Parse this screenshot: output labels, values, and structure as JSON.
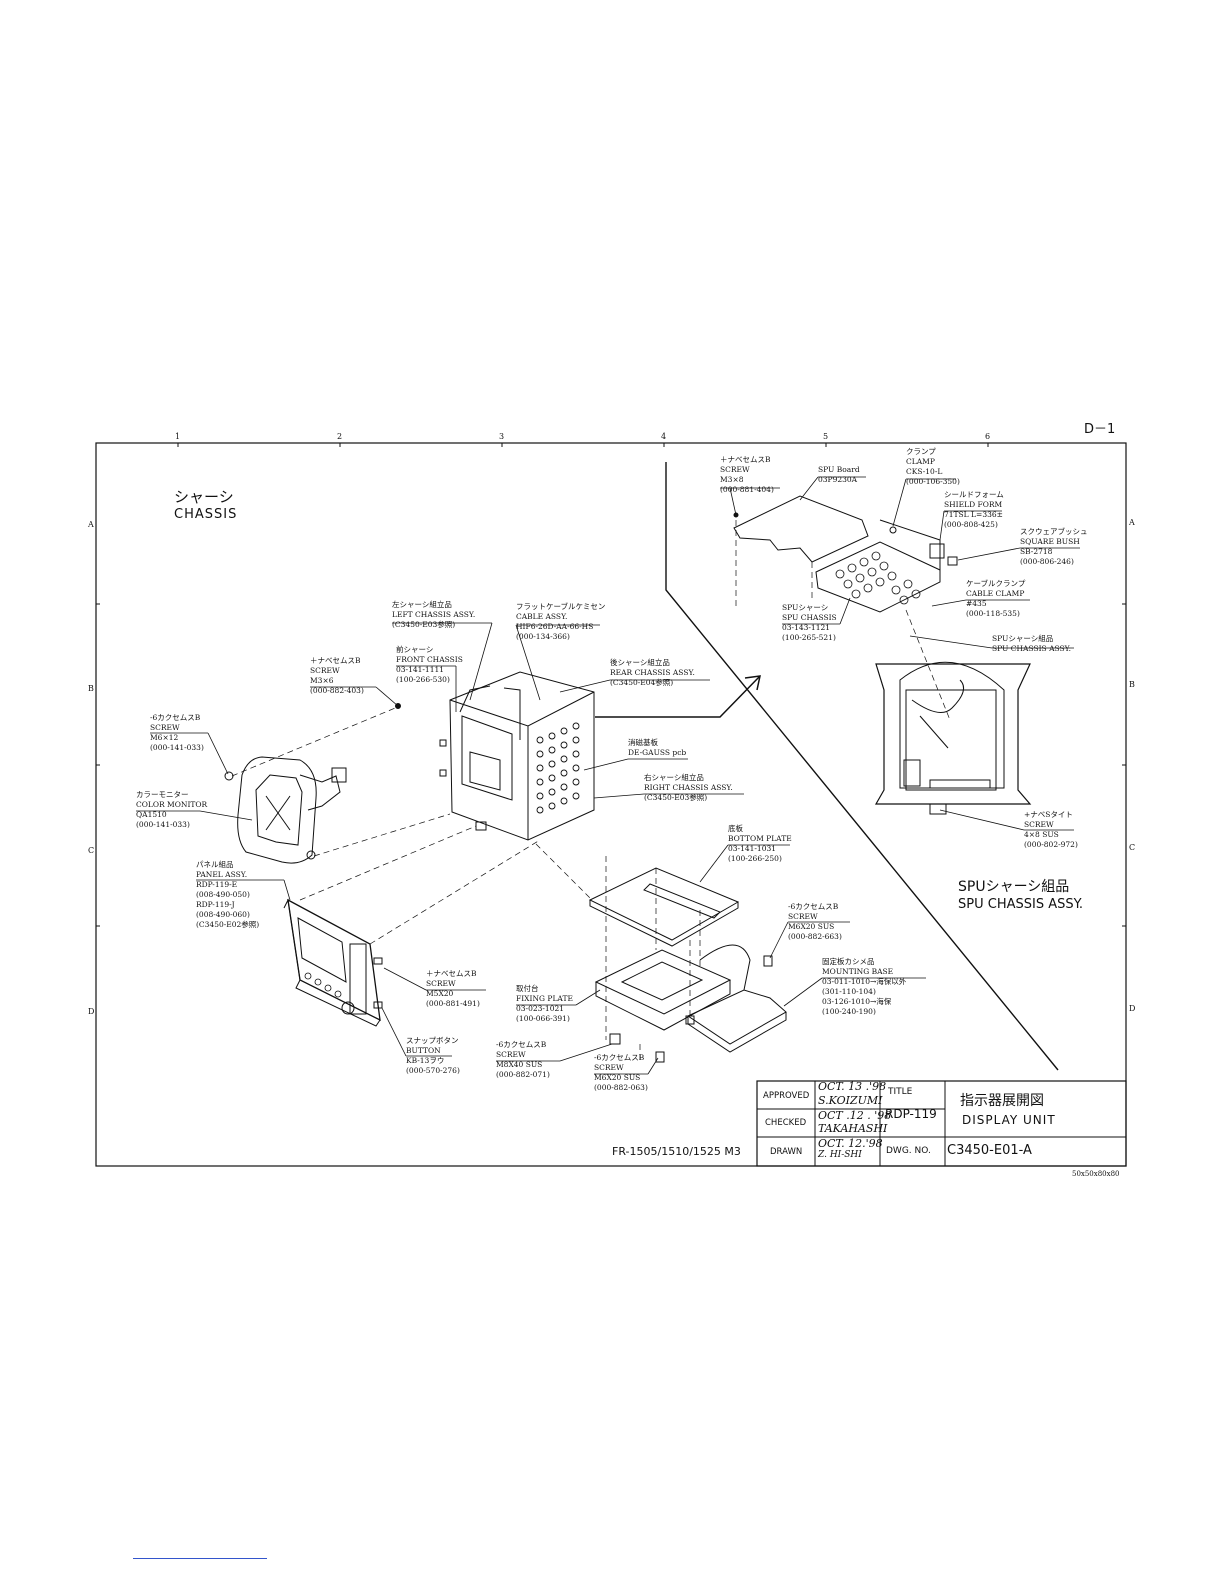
{
  "sheet_id": "D－1",
  "grid": {
    "columns": [
      "1",
      "2",
      "3",
      "4",
      "5",
      "6"
    ],
    "rows": [
      "A",
      "B",
      "C",
      "D"
    ]
  },
  "sections": {
    "chassis_jp": "シャーシ",
    "chassis_en": "CHASSIS",
    "spu_jp": "SPUシャーシ組品",
    "spu_en": "SPU CHASSIS ASSY."
  },
  "parts": {
    "left_chassis": [
      "左シャーシ組立品",
      "LEFT CHASSIS ASSY.",
      "(C3450-E03参照)"
    ],
    "cable_assy": [
      "フラットケーブルケミセン",
      "CABLE ASSY.",
      "HIF6-26D-AA-66-HS",
      "(000-134-366)"
    ],
    "front_chassis": [
      "前シャーシ",
      "FRONT CHASSIS",
      "03-141-1111",
      "(100-266-530)"
    ],
    "screw_m3x6": [
      "＋ナベセムスB",
      "SCREW",
      "M3×6",
      "(000-882-403)"
    ],
    "rear_chassis": [
      "後シャーシ組立品",
      "REAR CHASSIS  ASSY.",
      "(C3450-E04参照)"
    ],
    "screw_m6x12": [
      "-6カクセムスB",
      "SCREW",
      "M6×12",
      "(000-141-033)"
    ],
    "degauss": [
      "消磁基板",
      "DE-GAUSS pcb"
    ],
    "right_chassis": [
      "右シャーシ組立品",
      "RIGHT CHASSIS  ASSY.",
      "(C3450-E03参照)"
    ],
    "color_monitor": [
      "カラーモニター",
      "COLOR MONITOR",
      "QA1510",
      "(000-141-033)"
    ],
    "bottom_plate": [
      "底板",
      "BOTTOM PLATE",
      "03-141-1031",
      "(100-266-250)"
    ],
    "panel_assy": [
      "パネル組品",
      "PANEL ASSY.",
      "RDP-119-E",
      "(008-490-050)",
      "RDP-119-J",
      "(008-490-060)",
      "(C3450-E02参照)"
    ],
    "screw_m6x20_a": [
      "-6カクセムスB",
      "SCREW",
      "M6X20  SUS",
      "(000-882-663)"
    ],
    "mounting_base": [
      "固定板カシメ品",
      "MOUNTING BASE",
      "03-011-1010→海保以外",
      "(301-110-104)",
      "03-126-1010→海保",
      "(100-240-190)"
    ],
    "screw_m5x20": [
      "＋ナベセムスB",
      "SCREW",
      "M5X20",
      "(000-881-491)"
    ],
    "fixing_plate": [
      "取付台",
      "FIXING PLATE",
      "03-023-1021",
      "(100-066-391)"
    ],
    "button": [
      "スナップボタン",
      "BUTTON",
      "KB-13ヲウ",
      "(000-570-276)"
    ],
    "screw_m8x40": [
      "-6カクセムスB",
      "SCREW",
      "M8X40  SUS",
      "(000-882-071)"
    ],
    "screw_m6x20_b": [
      "-6カクセムスB",
      "SCREW",
      "M6X20  SUS",
      "(000-882-063)"
    ],
    "screw_m3x8": [
      "＋ナベセムスB",
      "SCREW",
      "M3×8",
      "(000-881-404)"
    ],
    "spu_board": [
      "SPU Board",
      "03P9230A"
    ],
    "clamp": [
      "クランプ",
      "CLAMP",
      "CKS-10-L",
      "(000-106-350)"
    ],
    "shield_form": [
      "シールドフォーム",
      "SHIELD FORM",
      "71TSL  L=336±",
      "(000-808-425)"
    ],
    "square_bush": [
      "スクウェアブッシュ",
      "SQUARE  BUSH",
      "SB-2718",
      "(000-806-246)"
    ],
    "cable_clamp": [
      "ケーブルクランプ",
      "CABLE CLAMP",
      "#435",
      "(000-118-535)"
    ],
    "spu_chassis": [
      "SPUシャーシ",
      "SPU CHASSIS",
      "03-143-1121",
      "(100-265-521)"
    ],
    "spu_chassis_assy": [
      "SPUシャーシ組品",
      "SPU CHASSIS ASSY."
    ],
    "screw_4x8": [
      "+ナベSタイト",
      "SCREW",
      "4×8  SUS",
      "(000-802-972)"
    ]
  },
  "title_block": {
    "model_line": "FR-1505/1510/1525 M3",
    "approved_label": "APPROVED",
    "checked_label": "CHECKED",
    "drawn_label": "DRAWN",
    "approved_date": "OCT. 13 .'98",
    "approved_name": "S.KOIZUMI",
    "checked_date": "OCT .12 . '98",
    "checked_name": "TAKAHASHI",
    "drawn_date": "OCT. 12.'98",
    "drawn_name": "Z. HI-SHI",
    "title_label": "TITLE",
    "model": "RDP-119",
    "title_jp": "指示器展開図",
    "title_en": "DISPLAY UNIT",
    "dwg_label": "DWG. NO.",
    "dwg_no": "C3450-E01-A",
    "paper_code": "50x50x80x80"
  }
}
